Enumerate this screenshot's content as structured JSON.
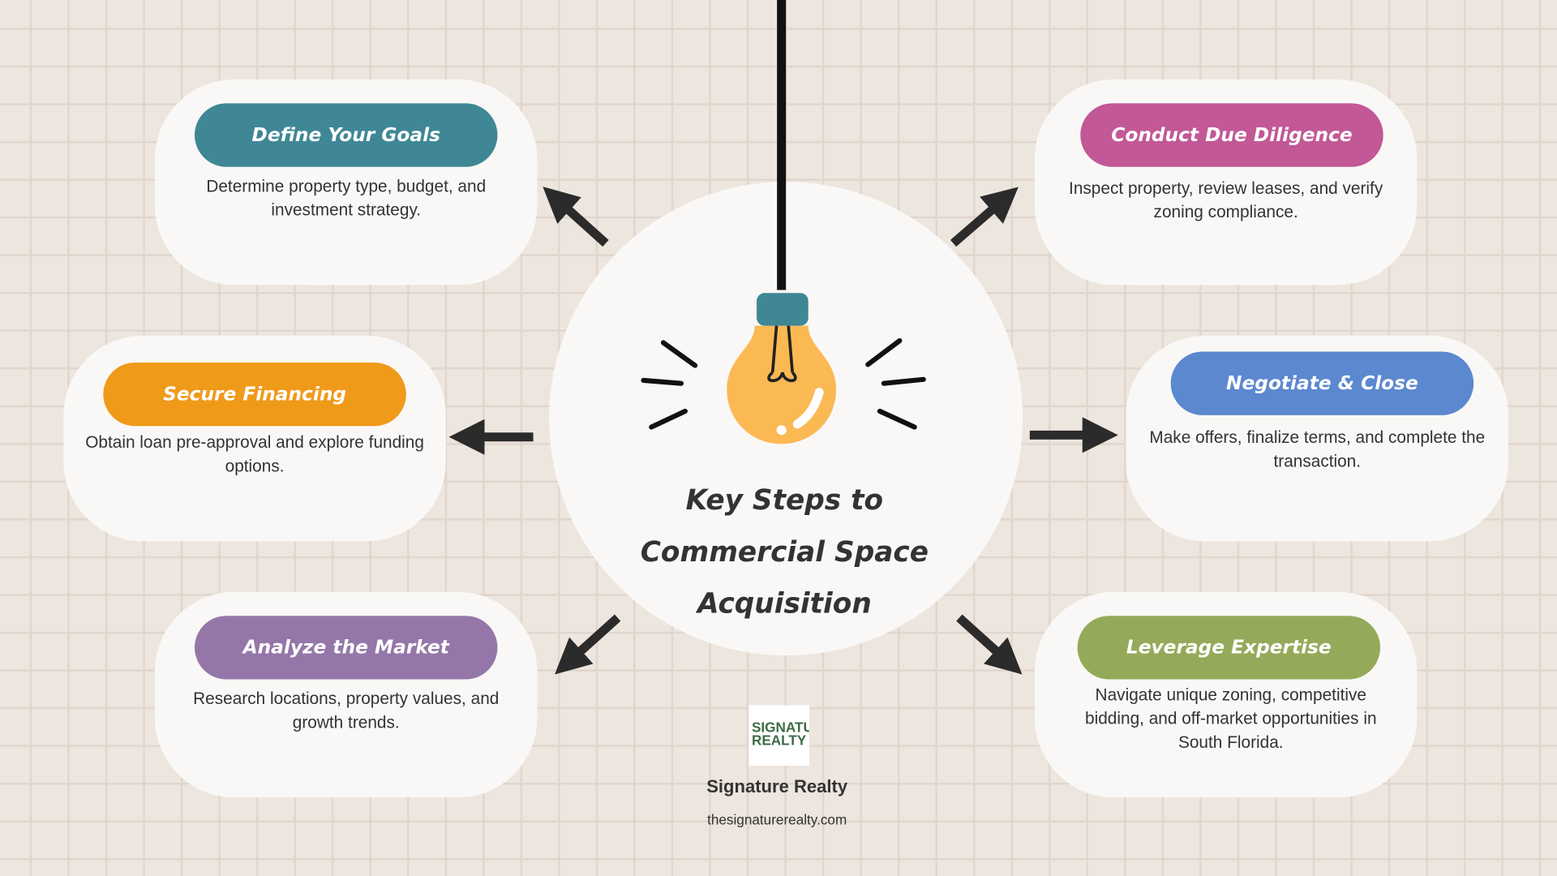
{
  "title": "Key Steps to Commercial Space Acquisition",
  "steps": [
    {
      "label": "Define Your Goals",
      "desc": "Determine property type, budget, and investment strategy.",
      "color": "#3f8795"
    },
    {
      "label": "Secure Financing",
      "desc": "Obtain loan pre-approval and explore funding options.",
      "color": "#f09a1a"
    },
    {
      "label": "Analyze the Market",
      "desc": "Research locations, property values, and growth trends.",
      "color": "#9477a8"
    },
    {
      "label": "Conduct Due Diligence",
      "desc": "Inspect property, review leases, and verify zoning compliance.",
      "color": "#c25896"
    },
    {
      "label": "Negotiate & Close",
      "desc": "Make offers, finalize terms, and complete the transaction.",
      "color": "#5b88cf"
    },
    {
      "label": "Leverage Expertise",
      "desc": "Navigate unique zoning, competitive bidding, and off-market opportunities in South Florida.",
      "color": "#94aa5a"
    }
  ],
  "logo_text": "SIGNATURE REALTY",
  "brand": "Signature Realty",
  "url": "thesignaturerealty.com",
  "icons": [
    "lightbulb-icon",
    "arrow-icon"
  ]
}
